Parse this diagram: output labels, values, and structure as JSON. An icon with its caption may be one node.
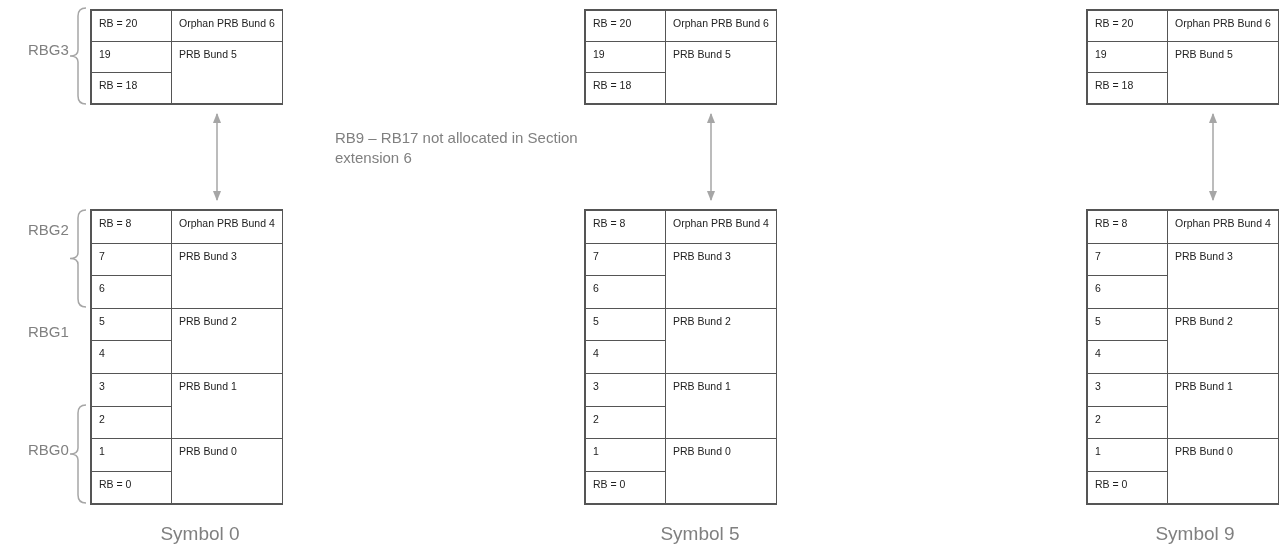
{
  "diagram": {
    "nodes": [
      {
        "text": [],
        "shape": "box"
      },
      {
        "text": [
          "RB = 20"
        ],
        "in": 0
      },
      {
        "text": [
          "Orphan PRB Bund 6"
        ],
        "in": 0
      },
      {
        "text": [
          "19"
        ],
        "in": 0
      },
      {
        "text": [
          "PRB Bund 5"
        ],
        "in": 0
      },
      {
        "text": [
          "RB = 18"
        ],
        "in": 0
      },
      {
        "text": [],
        "shape": "box"
      },
      {
        "text": [
          "RB = 8"
        ],
        "in": 6
      },
      {
        "text": [
          "Orphan PRB Bund 4"
        ],
        "in": 6
      },
      {
        "text": [
          "7"
        ],
        "in": 6
      },
      {
        "text": [
          "PRB Bund 3"
        ],
        "in": 6
      },
      {
        "text": [
          "6"
        ],
        "in": 6
      },
      {
        "text": [
          "5"
        ],
        "in": 6
      },
      {
        "text": [
          "PRB Bund 2"
        ],
        "in": 6
      },
      {
        "text": [
          "4"
        ],
        "in": 6
      },
      {
        "text": [
          "3"
        ],
        "in": 6
      },
      {
        "text": [
          "PRB Bund 1"
        ],
        "in": 6
      },
      {
        "text": [
          "2"
        ],
        "in": 6
      },
      {
        "text": [
          "1"
        ],
        "in": 6
      },
      {
        "text": [
          "PRB Bund 0"
        ],
        "in": 6
      },
      {
        "text": [
          "RB = 0"
        ],
        "in": 6
      },
      {
        "text": [],
        "shape": "box"
      },
      {
        "text": [
          "RB = 20"
        ],
        "in": 21
      },
      {
        "text": [
          "Orphan PRB Bund 6"
        ],
        "in": 21
      },
      {
        "text": [
          "19"
        ],
        "in": 21
      },
      {
        "text": [
          "PRB Bund 5"
        ],
        "in": 21
      },
      {
        "text": [
          "RB = 18"
        ],
        "in": 21
      },
      {
        "text": [],
        "shape": "box"
      },
      {
        "text": [
          "RB = 8"
        ],
        "in": 27
      },
      {
        "text": [
          "Orphan PRB Bund 4"
        ],
        "in": 27
      },
      {
        "text": [
          "7"
        ],
        "in": 27
      },
      {
        "text": [
          "PRB Bund 3"
        ],
        "in": 27
      },
      {
        "text": [
          "6"
        ],
        "in": 27
      },
      {
        "text": [
          "5"
        ],
        "in": 27
      },
      {
        "text": [
          "PRB Bund 2"
        ],
        "in": 27
      },
      {
        "text": [
          "4"
        ],
        "in": 27
      },
      {
        "text": [
          "3"
        ],
        "in": 27
      },
      {
        "text": [
          "PRB Bund 1"
        ],
        "in": 27
      },
      {
        "text": [
          "2"
        ],
        "in": 27
      },
      {
        "text": [
          "1"
        ],
        "in": 27
      },
      {
        "text": [
          "PRB Bund 0"
        ],
        "in": 27
      },
      {
        "text": [
          "RB = 0"
        ],
        "in": 27
      },
      {
        "text": [],
        "shape": "box"
      },
      {
        "text": [
          "RB = 20"
        ],
        "in": 42
      },
      {
        "text": [
          "Orphan PRB Bund 6"
        ],
        "in": 42
      },
      {
        "text": [
          "19"
        ],
        "in": 42
      },
      {
        "text": [
          "PRB Bund 5"
        ],
        "in": 42
      },
      {
        "text": [
          "RB = 18"
        ],
        "in": 42
      },
      {
        "text": [],
        "shape": "box"
      },
      {
        "text": [
          "RB = 8"
        ],
        "in": 48
      },
      {
        "text": [
          "Orphan PRB Bund 4"
        ],
        "in": 48
      },
      {
        "text": [
          "7"
        ],
        "in": 48
      },
      {
        "text": [
          "PRB Bund 3"
        ],
        "in": 48
      },
      {
        "text": [
          "6"
        ],
        "in": 48
      },
      {
        "text": [
          "5"
        ],
        "in": 48
      },
      {
        "text": [
          "PRB Bund 2"
        ],
        "in": 48
      },
      {
        "text": [
          "4"
        ],
        "in": 48
      },
      {
        "text": [
          "3"
        ],
        "in": 48
      },
      {
        "text": [
          "PRB Bund 1"
        ],
        "in": 48
      },
      {
        "text": [
          "2"
        ],
        "in": 48
      },
      {
        "text": [
          "1"
        ],
        "in": 48
      },
      {
        "text": [
          "PRB Bund 0"
        ],
        "in": 48
      },
      {
        "text": [
          "RB = 0"
        ],
        "in": 48
      }
    ],
    "edges": [
      {
        "from": 0,
        "to": 6,
        "arrow": "both"
      },
      {
        "from": 21,
        "to": 27,
        "arrow": "both"
      },
      {
        "from": 42,
        "to": 48,
        "arrow": "both"
      }
    ],
    "labels": [
      "RBG3",
      "RB9 – RB17 not allocated in Section extension 6",
      "RBG2",
      "RBG1",
      "RBG0",
      "Symbol 0",
      "Symbol 5",
      "Symbol 9"
    ]
  }
}
